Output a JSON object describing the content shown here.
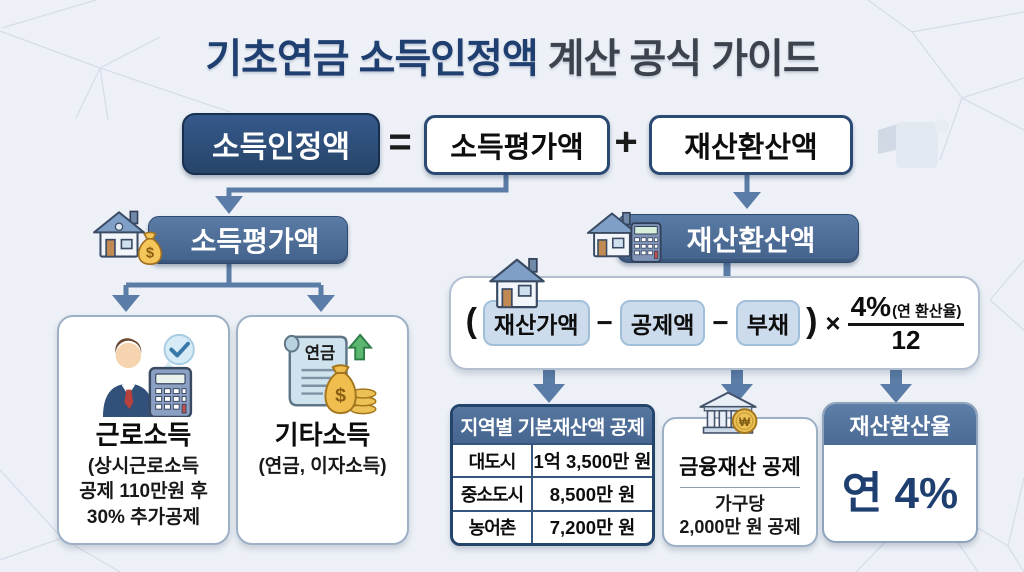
{
  "title": {
    "highlight": "기초연금 소득인정액",
    "rest": " 계산 공식 가이드"
  },
  "formula": {
    "result": "소득인정액",
    "equals": "=",
    "income": "소득평가액",
    "plus": "+",
    "asset": "재산환산액"
  },
  "income_section": {
    "header": "소득평가액",
    "earned_card": {
      "title": "근로소득",
      "line1": "(상시근로소득",
      "line2": "공제 110만원 후",
      "line3": "30% 추가공제"
    },
    "other_card": {
      "title": "기타소득",
      "line1": "(연금, 이자소득)"
    }
  },
  "asset_section": {
    "header": "재산환산액",
    "formula": {
      "open": "(",
      "term1": "재산가액",
      "minus1": "−",
      "term2": "공제액",
      "minus2": "−",
      "term3": "부채",
      "close": ")",
      "times": "×",
      "rate": "4%",
      "rate_note": "(연 환산율)",
      "denominator": "12"
    },
    "deduction_table": {
      "header": "지역별 기본재산액 공제",
      "rows": [
        {
          "label": "대도시",
          "value": "1억 3,500만 원"
        },
        {
          "label": "중소도시",
          "value": "8,500만 원"
        },
        {
          "label": "농어촌",
          "value": "7,200만 원"
        }
      ]
    },
    "financial_card": {
      "title": "금융재산 공제",
      "line1": "가구당",
      "line2": "2,000만 원 공제"
    },
    "rate_card": {
      "header": "재산환산율",
      "value": "연 4%"
    }
  },
  "glyphs": {
    "dollar": "$",
    "won": "₩",
    "scroll_label": "연금"
  },
  "icons": {
    "income_header": "house-money-icon",
    "asset_header": "house-calculator-icon",
    "earned_card": "worker-calculator-check-icon",
    "other_card": "pension-scroll-moneybag-icon",
    "asset_formula": "house-icon",
    "financial_card": "bank-won-coin-icon"
  },
  "colors": {
    "background": "#edf1f7",
    "title_navy": "#1e3f70",
    "title_gray": "#3d434d",
    "result_box": "#2b4d79",
    "section_header": "#4d6f9b",
    "arrow": "#5a7ca6",
    "chip": "#cddcec",
    "table_header": "#4a6c96"
  }
}
